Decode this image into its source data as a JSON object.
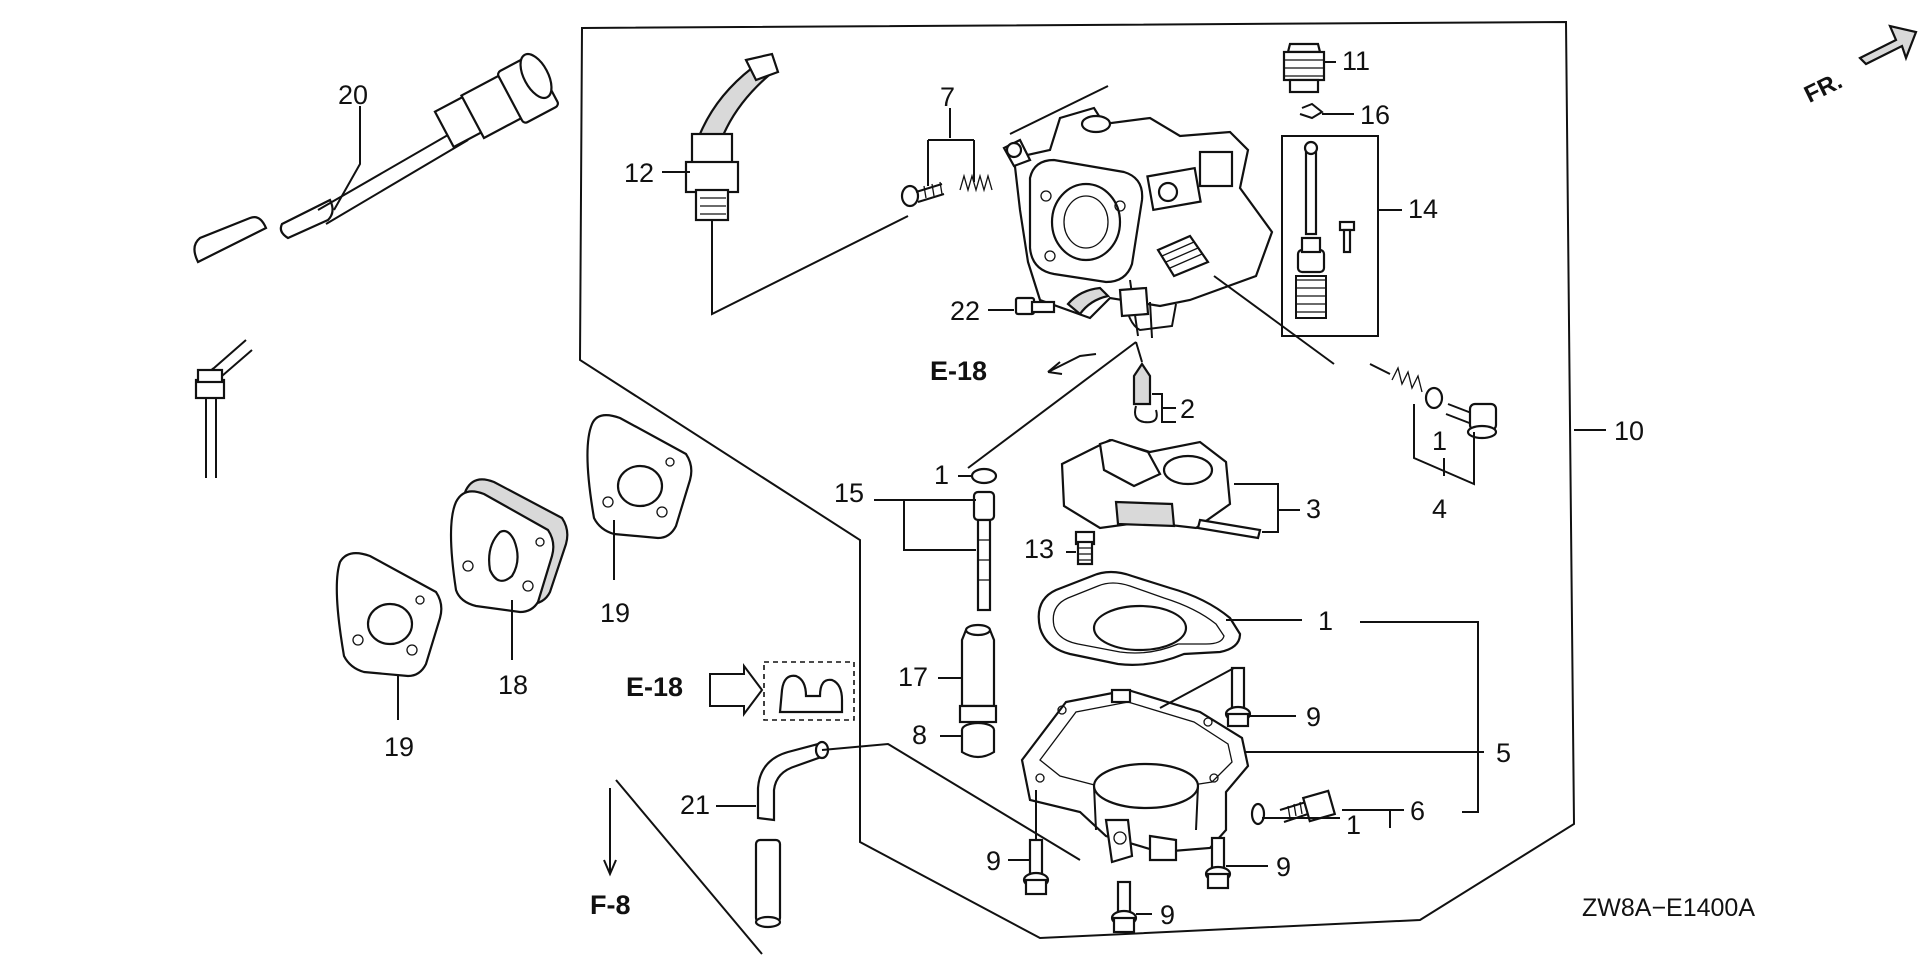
{
  "callouts": {
    "c1a": "1",
    "c1b": "1",
    "c1c": "1",
    "c1d": "1",
    "c2": "2",
    "c3": "3",
    "c4": "4",
    "c5": "5",
    "c6": "6",
    "c7": "7",
    "c8": "8",
    "c9a": "9",
    "c9b": "9",
    "c9c": "9",
    "c9d": "9",
    "c10": "10",
    "c11": "11",
    "c12": "12",
    "c13": "13",
    "c14": "14",
    "c15": "15",
    "c16": "16",
    "c17": "17",
    "c18": "18",
    "c19a": "19",
    "c19b": "19",
    "c20": "20",
    "c21": "21",
    "c22": "22"
  },
  "references": {
    "ref_e18_top": "E-18",
    "ref_e18_left": "E-18",
    "ref_f8": "F-8"
  },
  "front_marker": "FR.",
  "diagram_code": "ZW8A−E1400A"
}
